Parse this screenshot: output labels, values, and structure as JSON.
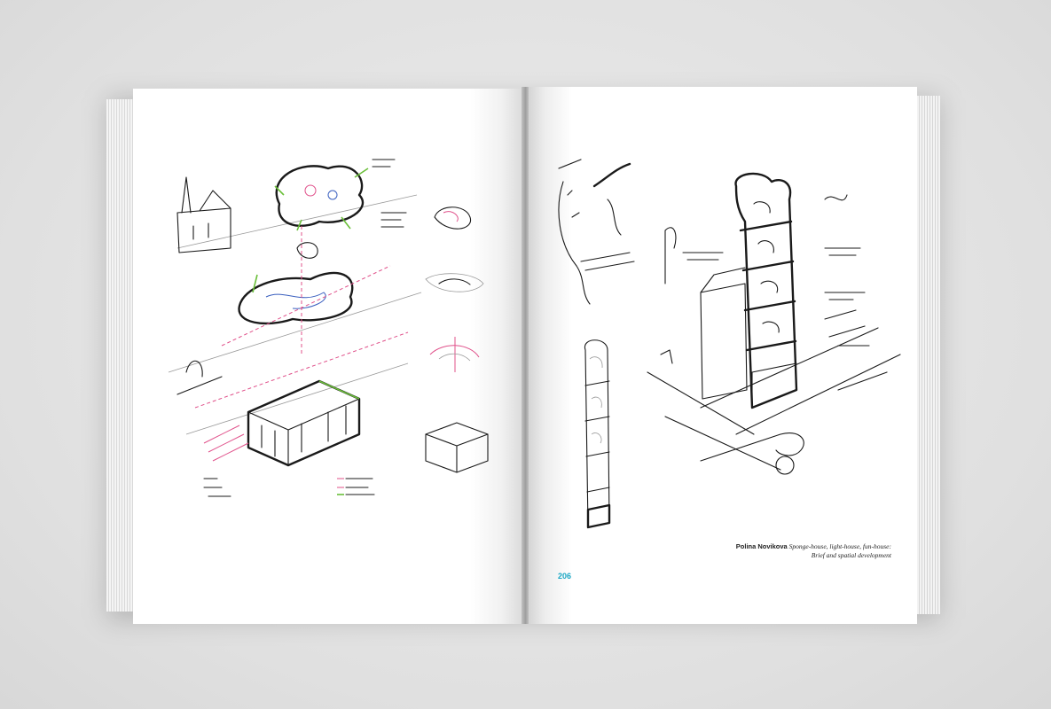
{
  "book": {
    "caption": {
      "author": "Polina Novikova",
      "title": "Sponge-house, light-house, fun-house:",
      "subtitle": "Brief and spatial development"
    },
    "page_number": "206"
  },
  "icons": {
    "left_page": "architectural-sketch-illustration",
    "right_page": "tower-sketch-illustration"
  }
}
